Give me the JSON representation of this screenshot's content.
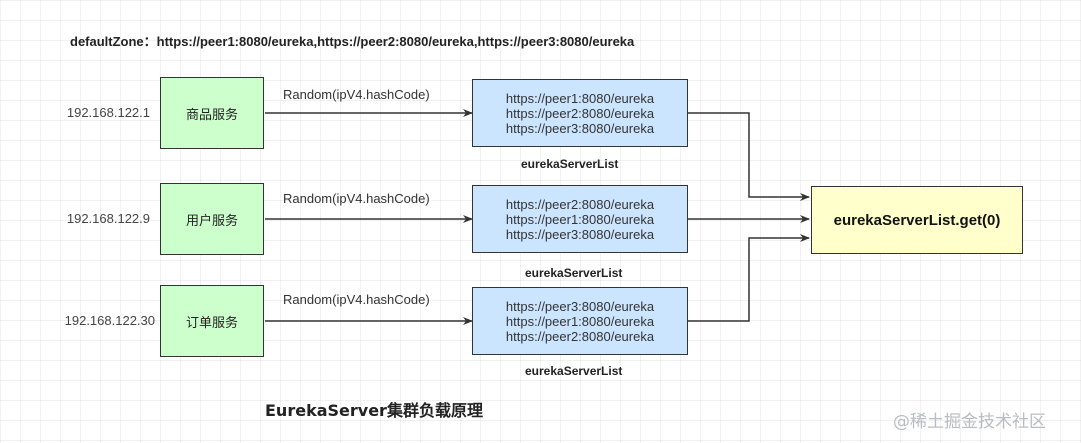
{
  "default_zone": "defaultZone：https://peer1:8080/eureka,https://peer2:8080/eureka,https://peer3:8080/eureka",
  "rows": [
    {
      "ip": "192.168.122.1",
      "service": "商品服务",
      "method": "Random(ipV4.hashCode)",
      "urls": [
        "https://peer1:8080/eureka",
        "https://peer2:8080/eureka",
        "https://peer3:8080/eureka"
      ],
      "caption": "eurekaServerList"
    },
    {
      "ip": "192.168.122.9",
      "service": "用户服务",
      "method": "Random(ipV4.hashCode)",
      "urls": [
        "https://peer2:8080/eureka",
        "https://peer1:8080/eureka",
        "https://peer3:8080/eureka"
      ],
      "caption": "eurekaServerList"
    },
    {
      "ip": "192.168.122.30",
      "service": "订单服务",
      "method": "Random(ipV4.hashCode)",
      "urls": [
        "https://peer3:8080/eureka",
        "https://peer1:8080/eureka",
        "https://peer2:8080/eureka"
      ],
      "caption": "eurekaServerList"
    }
  ],
  "result": "eurekaServerList.get(0)",
  "title": "EurekaServer集群负载原理",
  "watermark": "@稀土掘金技术社区",
  "colors": {
    "service_fill": "#ccffcc",
    "list_fill": "#cce5ff",
    "result_fill": "#ffffcc",
    "line": "#333333"
  }
}
